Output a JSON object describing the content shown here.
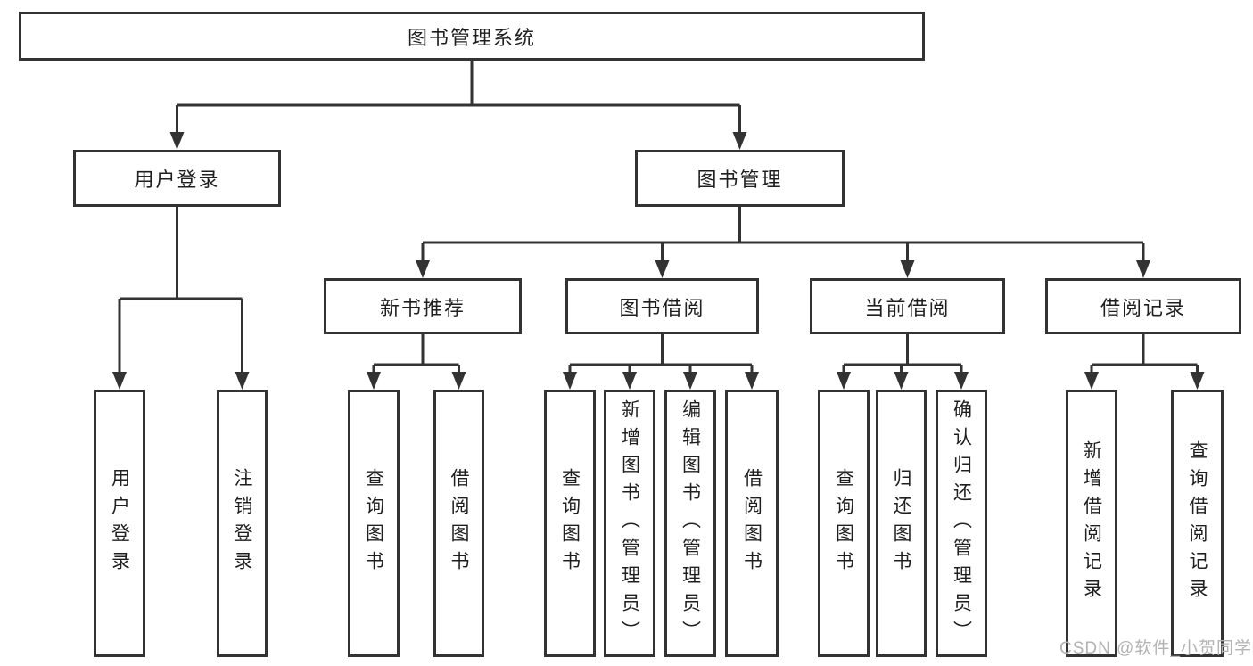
{
  "diagram": {
    "title": "图书管理系统",
    "root": {
      "label": "图书管理系统"
    },
    "level2": [
      {
        "label": "用户登录"
      },
      {
        "label": "图书管理"
      }
    ],
    "level3": [
      {
        "label": "新书推荐"
      },
      {
        "label": "图书借阅"
      },
      {
        "label": "当前借阅"
      },
      {
        "label": "借阅记录"
      }
    ],
    "leaves": {
      "user_login": [
        {
          "label": "用户登录"
        },
        {
          "label": "注销登录"
        }
      ],
      "new_books": [
        {
          "label": "查询图书"
        },
        {
          "label": "借阅图书"
        }
      ],
      "book_borrow": [
        {
          "label": "查询图书"
        },
        {
          "label": "新增图书（管理员）"
        },
        {
          "label": "编辑图书（管理员）"
        },
        {
          "label": "借阅图书"
        }
      ],
      "current_borrow": [
        {
          "label": "查询图书"
        },
        {
          "label": "归还图书"
        },
        {
          "label": "确认归还（管理员）"
        }
      ],
      "borrow_records": [
        {
          "label": "新增借阅记录"
        },
        {
          "label": "查询借阅记录"
        }
      ]
    },
    "watermark": "CSDN @软件_小贺同学",
    "colors": {
      "line": "#333333",
      "text": "#1f1f1f",
      "watermark": "#b3b3b3",
      "background": "#ffffff"
    }
  }
}
